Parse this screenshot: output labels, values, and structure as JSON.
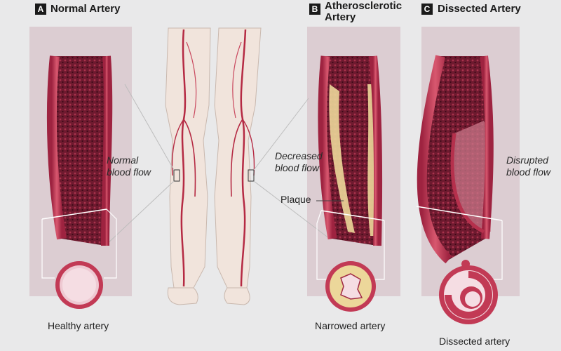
{
  "panels": [
    {
      "badge": "A",
      "title": "Normal Artery",
      "flow_label": [
        "Normal",
        "blood flow"
      ],
      "caption": "Healthy artery"
    },
    {
      "badge": "B",
      "title": [
        "Atherosclerotic",
        "Artery"
      ],
      "flow_label": [
        "Decreased",
        "blood flow"
      ],
      "extra_label": "Plaque",
      "caption": "Narrowed artery"
    },
    {
      "badge": "C",
      "title": "Dissected Artery",
      "flow_label": [
        "Disrupted",
        "blood flow"
      ],
      "caption": "Dissected artery"
    }
  ],
  "colors": {
    "background": "#e9e9ea",
    "panel": "#dccdd2",
    "vessel_wall": "#c23a55",
    "blood": "#5e1426",
    "plaque": "#ecd79a",
    "legs": "#f1e4dc"
  }
}
